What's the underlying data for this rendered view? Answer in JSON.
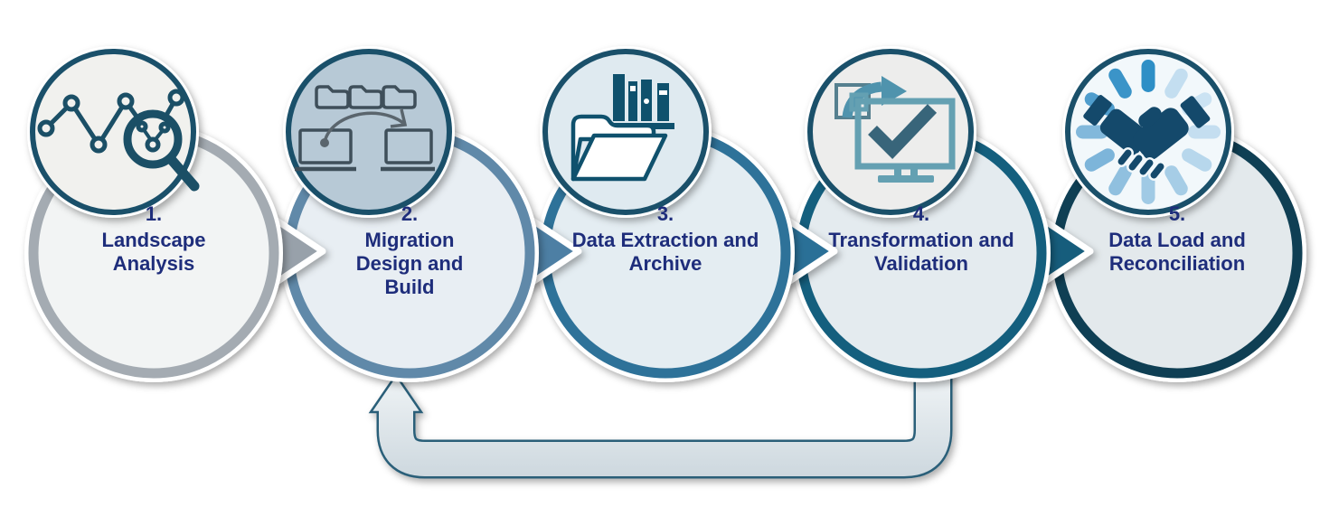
{
  "diagram": {
    "type": "process-flow",
    "direction": "left-to-right",
    "text_color": "#1e2d7b",
    "icon_ring_color": "#1a506a",
    "steps": [
      {
        "number": "1.",
        "label": "Landscape Analysis",
        "icon": "chart-magnifier-icon",
        "ring_color": "#a4abb2",
        "fill_color": "#f2f4f4",
        "arrow_color": "#98a1aa",
        "icon_bg": "#f1f1ee",
        "icon_color": "#1b4f66"
      },
      {
        "number": "2.",
        "label": "Migration Design and Build",
        "icon": "folders-transfer-laptops-icon",
        "ring_color": "#6089a9",
        "fill_color": "#e8eef3",
        "arrow_color": "#4d7fa4",
        "icon_bg": "#b7c9d6",
        "icon_color": "#3f4f5a",
        "icon_accent_color": "#5a656d"
      },
      {
        "number": "3.",
        "label": "Data Extraction and Archive",
        "icon": "archive-folder-books-icon",
        "ring_color": "#2e7299",
        "fill_color": "#e4edf2",
        "arrow_color": "#2a6f97",
        "icon_bg": "#dfeaf0",
        "icon_color": "#0f516d"
      },
      {
        "number": "4.",
        "label": "Transformation and Validation",
        "icon": "monitor-checkmark-export-icon",
        "ring_color": "#145f7e",
        "fill_color": "#e4ebef",
        "arrow_color": "#135d7c",
        "icon_bg": "#ededec",
        "icon_color": "#38657a",
        "icon_accent_color": "#64a0b2",
        "icon_export_color": "#4f93ad",
        "icon_square_color": "#56808f"
      },
      {
        "number": "5.",
        "label": "Data Load and Reconciliation",
        "icon": "handshake-burst-icon",
        "ring_color": "#0f3f54",
        "fill_color": "#e3e9ec",
        "arrow_color": null,
        "icon_bg": "#f2f8fb",
        "icon_color": "#14496b",
        "icon_ray_colors": [
          "#2e8fc6",
          "#c3def0",
          "#cbe3f3",
          "#c4def0",
          "#b7d7ec",
          "#a6cde6",
          "#a0cae5",
          "#90c0df",
          "#7db5da",
          "#82b8db",
          "#4f9dcd",
          "#3b94c8"
        ]
      }
    ],
    "feedback_arrow": {
      "from_step": "4.",
      "to_step": "2.",
      "outline_color": "#2a5f79",
      "fill_light": "#f7fafb",
      "fill_dark": "#cbd6dd"
    }
  }
}
